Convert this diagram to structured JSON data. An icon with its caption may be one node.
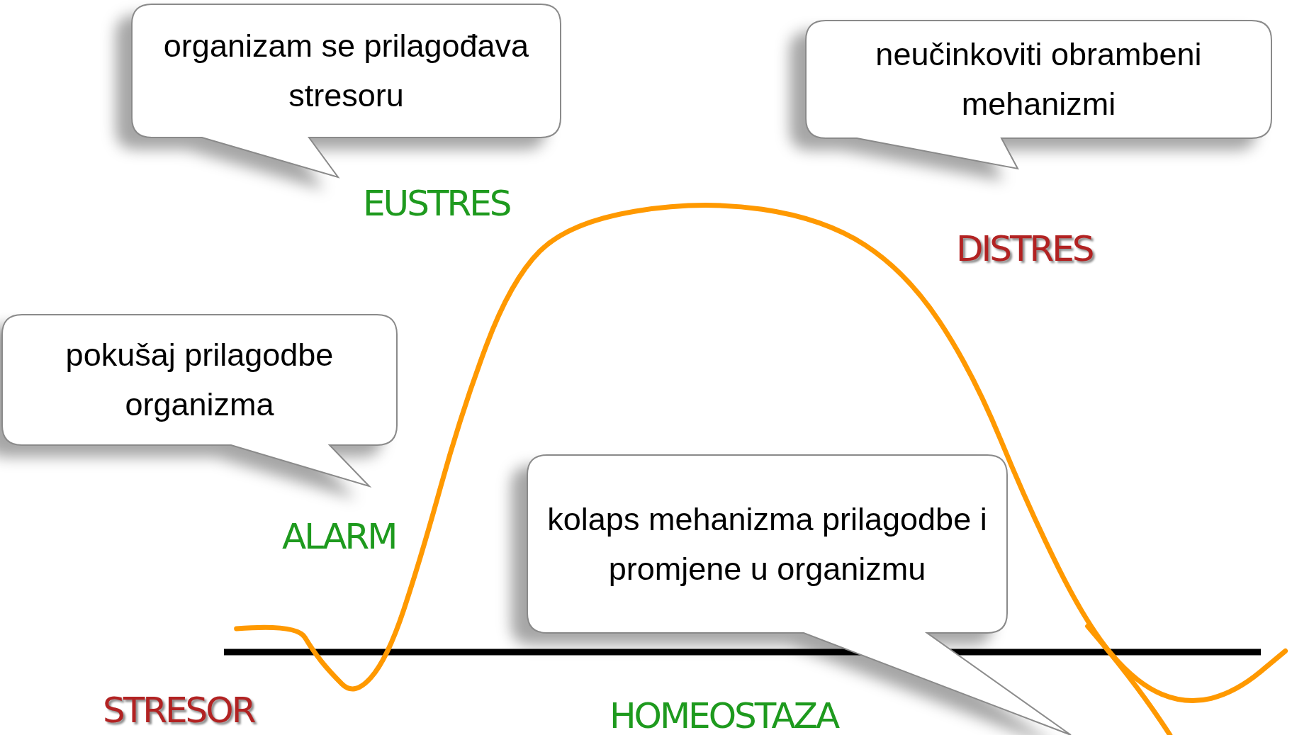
{
  "diagram": {
    "nodes": [
      {
        "text": [
          "organizam se prilagođava stresoru"
        ]
      },
      {
        "text": [
          "neučinkoviti obrambeni mehanizmi"
        ]
      },
      {
        "text": [
          "pokušaj prilagodbe organizma"
        ]
      },
      {
        "text": [
          "kolaps mehanizma prilagodbe i promjene u organizmu"
        ]
      }
    ],
    "edges": [],
    "labels": [
      "EUSTRES",
      "DISTRES",
      "ALARM",
      "STRESOR",
      "HOMEOSTAZA"
    ]
  }
}
